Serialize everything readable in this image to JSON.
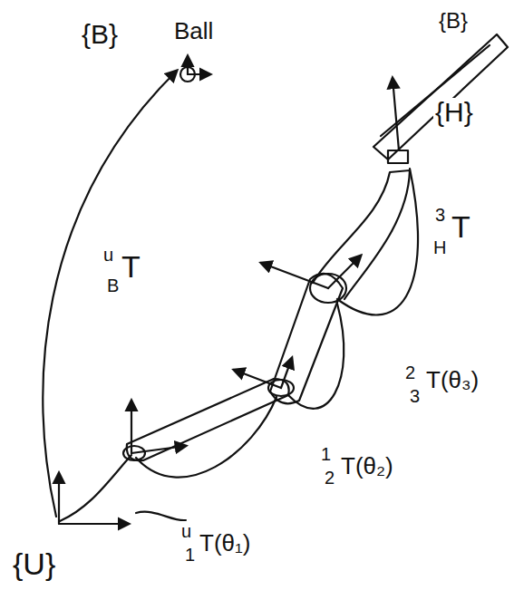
{
  "diagram": {
    "labels": [
      "{B}",
      "Ball",
      "{B}",
      "{H}",
      "u",
      "B",
      "T",
      "3",
      "H",
      "T",
      "2",
      "3",
      "T(θ₃)",
      "1",
      "2",
      "T(θ₂)",
      "u",
      "1",
      "T(θ₁)",
      "{U}"
    ]
  }
}
